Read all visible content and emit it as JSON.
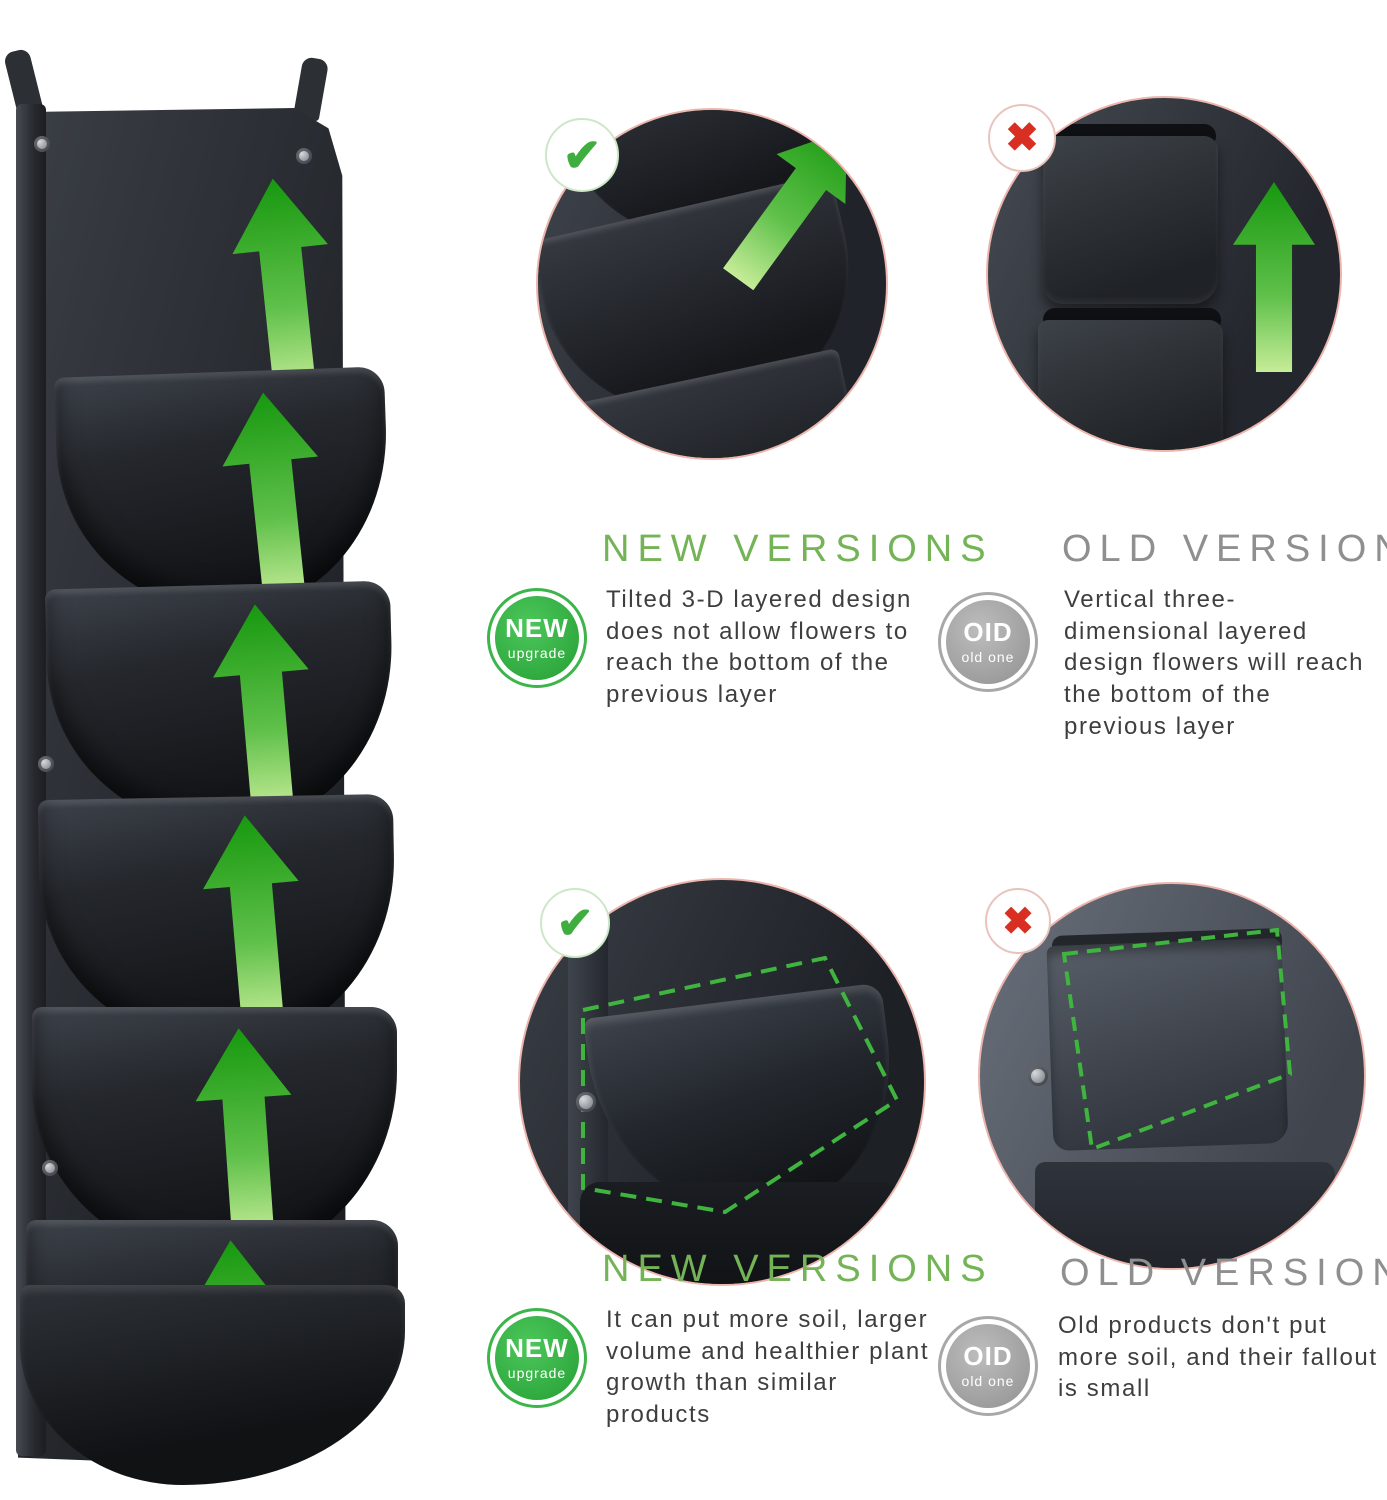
{
  "colors": {
    "background": "#ffffff",
    "accent_green": "#3cb54a",
    "heading_green": "#74b457",
    "heading_gray": "#8f8f8f",
    "badge_gray": "#a8a8a8",
    "arrow_green": "#2ca01c",
    "dashed_outline_green": "#3fb53f",
    "circle_ring_red": "#ecb6ae",
    "check_green": "#3fae3f",
    "cross_red": "#d92f23",
    "fabric_dark": "#24272c",
    "fabric_light_gray": "#5d636e"
  },
  "icons": {
    "check": "✔",
    "cross": "✖",
    "arrow_up": "▲"
  },
  "planter": {
    "pocket_count": 6,
    "description": "vertical hanging wall planter with layered pockets and upward growth arrows"
  },
  "comparison_top": {
    "new": {
      "heading": "NEW VERSIONS",
      "badge_line1": "NEW",
      "badge_line2": "upgrade",
      "description": "Tilted 3-D layered design does not allow flowers to reach the bottom of the previous layer"
    },
    "old": {
      "heading": "OLD VERSION",
      "badge_line1": "OID",
      "badge_line2": "old one",
      "description": "Vertical three-dimensional layered design flowers will reach the bottom of the previous layer"
    }
  },
  "comparison_bottom": {
    "new": {
      "heading": "NEW VERSIONS",
      "badge_line1": "NEW",
      "badge_line2": "upgrade",
      "description": "It can put more soil, larger volume and healthier plant growth than similar products"
    },
    "old": {
      "heading": "OLD VERSION",
      "badge_line1": "OID",
      "badge_line2": "old one",
      "description": "Old products don't put more soil, and their fallout is small"
    }
  }
}
